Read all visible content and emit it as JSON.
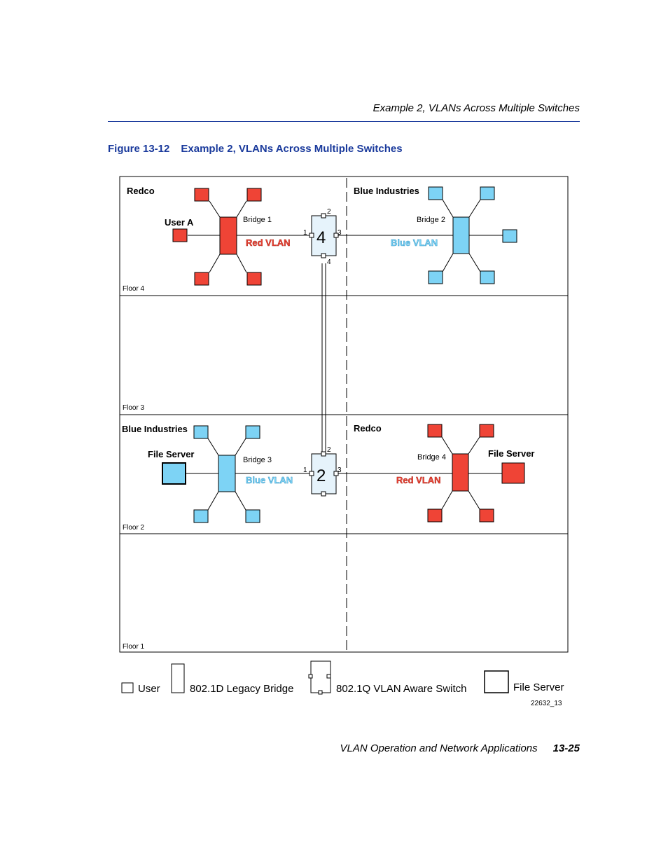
{
  "header": {
    "running_title": "Example 2, VLANs Across Multiple Switches"
  },
  "caption": {
    "number": "Figure 13-12",
    "title": "Example 2, VLANs Across Multiple Switches"
  },
  "colors": {
    "red": "#ef4436",
    "blue": "#7dd3f5",
    "switch_fill": "#e6f3fb",
    "caption_blue": "#1a3a9c"
  },
  "floors": [
    "Floor 4",
    "Floor 3",
    "Floor 2",
    "Floor 1"
  ],
  "floor4": {
    "left_org": "Redco",
    "right_org": "Blue Industries",
    "user_label": "User A",
    "bridge1": "Bridge 1",
    "bridge2": "Bridge 2",
    "left_vlan": "Red VLAN",
    "right_vlan": "Blue VLAN",
    "switch_number": "4",
    "ports": {
      "top": "2",
      "left": "1",
      "right": "3",
      "bottom": "4"
    }
  },
  "floor2": {
    "left_org": "Blue Industries",
    "right_org": "Redco",
    "left_server": "File Server",
    "right_server": "File Server",
    "bridge3": "Bridge 3",
    "bridge4": "Bridge 4",
    "left_vlan": "Blue VLAN",
    "right_vlan": "Red VLAN",
    "switch_number": "2",
    "ports": {
      "top": "2",
      "left": "1",
      "right": "3"
    }
  },
  "legend": {
    "user": "User",
    "legacy_bridge": "802.1D Legacy Bridge",
    "vlan_switch": "802.1Q VLAN Aware Switch",
    "file_server": "File Server"
  },
  "figure_id": "22632_13",
  "footer": {
    "title": "VLAN Operation and Network Applications",
    "page": "13-25"
  }
}
